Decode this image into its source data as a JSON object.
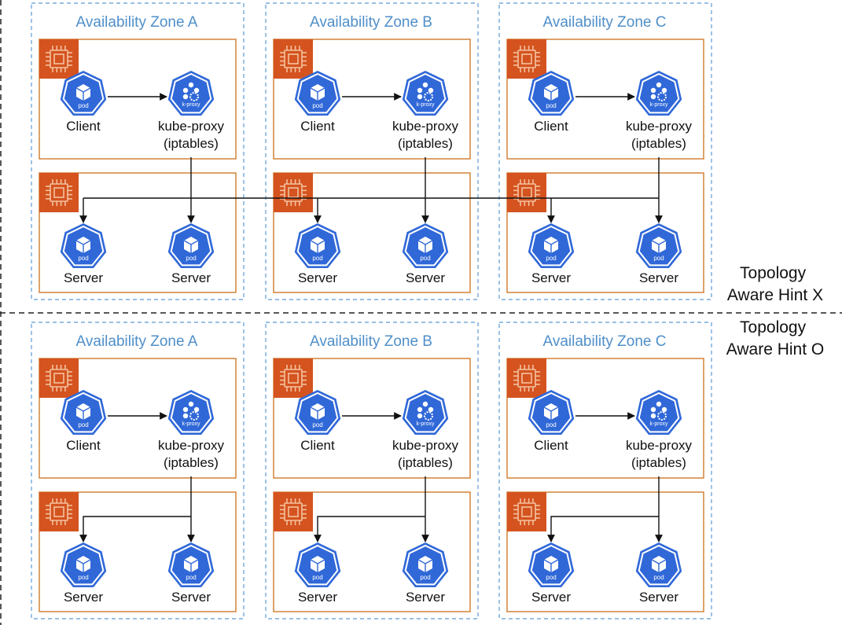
{
  "sections": [
    {
      "label_line1": "Topology",
      "label_line2": "Aware Hint X",
      "routing": "cross-zone",
      "zones": [
        {
          "title": "Availability Zone A"
        },
        {
          "title": "Availability Zone B"
        },
        {
          "title": "Availability Zone C"
        }
      ]
    },
    {
      "label_line1": "Topology",
      "label_line2": "Aware Hint O",
      "routing": "same-zone",
      "zones": [
        {
          "title": "Availability Zone A"
        },
        {
          "title": "Availability Zone B"
        },
        {
          "title": "Availability Zone C"
        }
      ]
    }
  ],
  "nodes": {
    "client_label": "Client",
    "proxy_label_line1": "kube-proxy",
    "proxy_label_line2": "(iptables)",
    "server_label": "Server",
    "pod_icon_text": "pod",
    "proxy_icon_text": "k-proxy"
  },
  "icons": {
    "node_chip": "ec2-instance-chip-icon",
    "pod": "kubernetes-pod-icon",
    "proxy": "kubernetes-kube-proxy-icon"
  },
  "colors": {
    "zone_title": "#4f8fc9",
    "zone_border": "#5b9bd5",
    "host_border": "#d07a2a",
    "chip": "#d4531f",
    "kubernetes_blue": "#3068d8",
    "arrow": "#111111"
  }
}
